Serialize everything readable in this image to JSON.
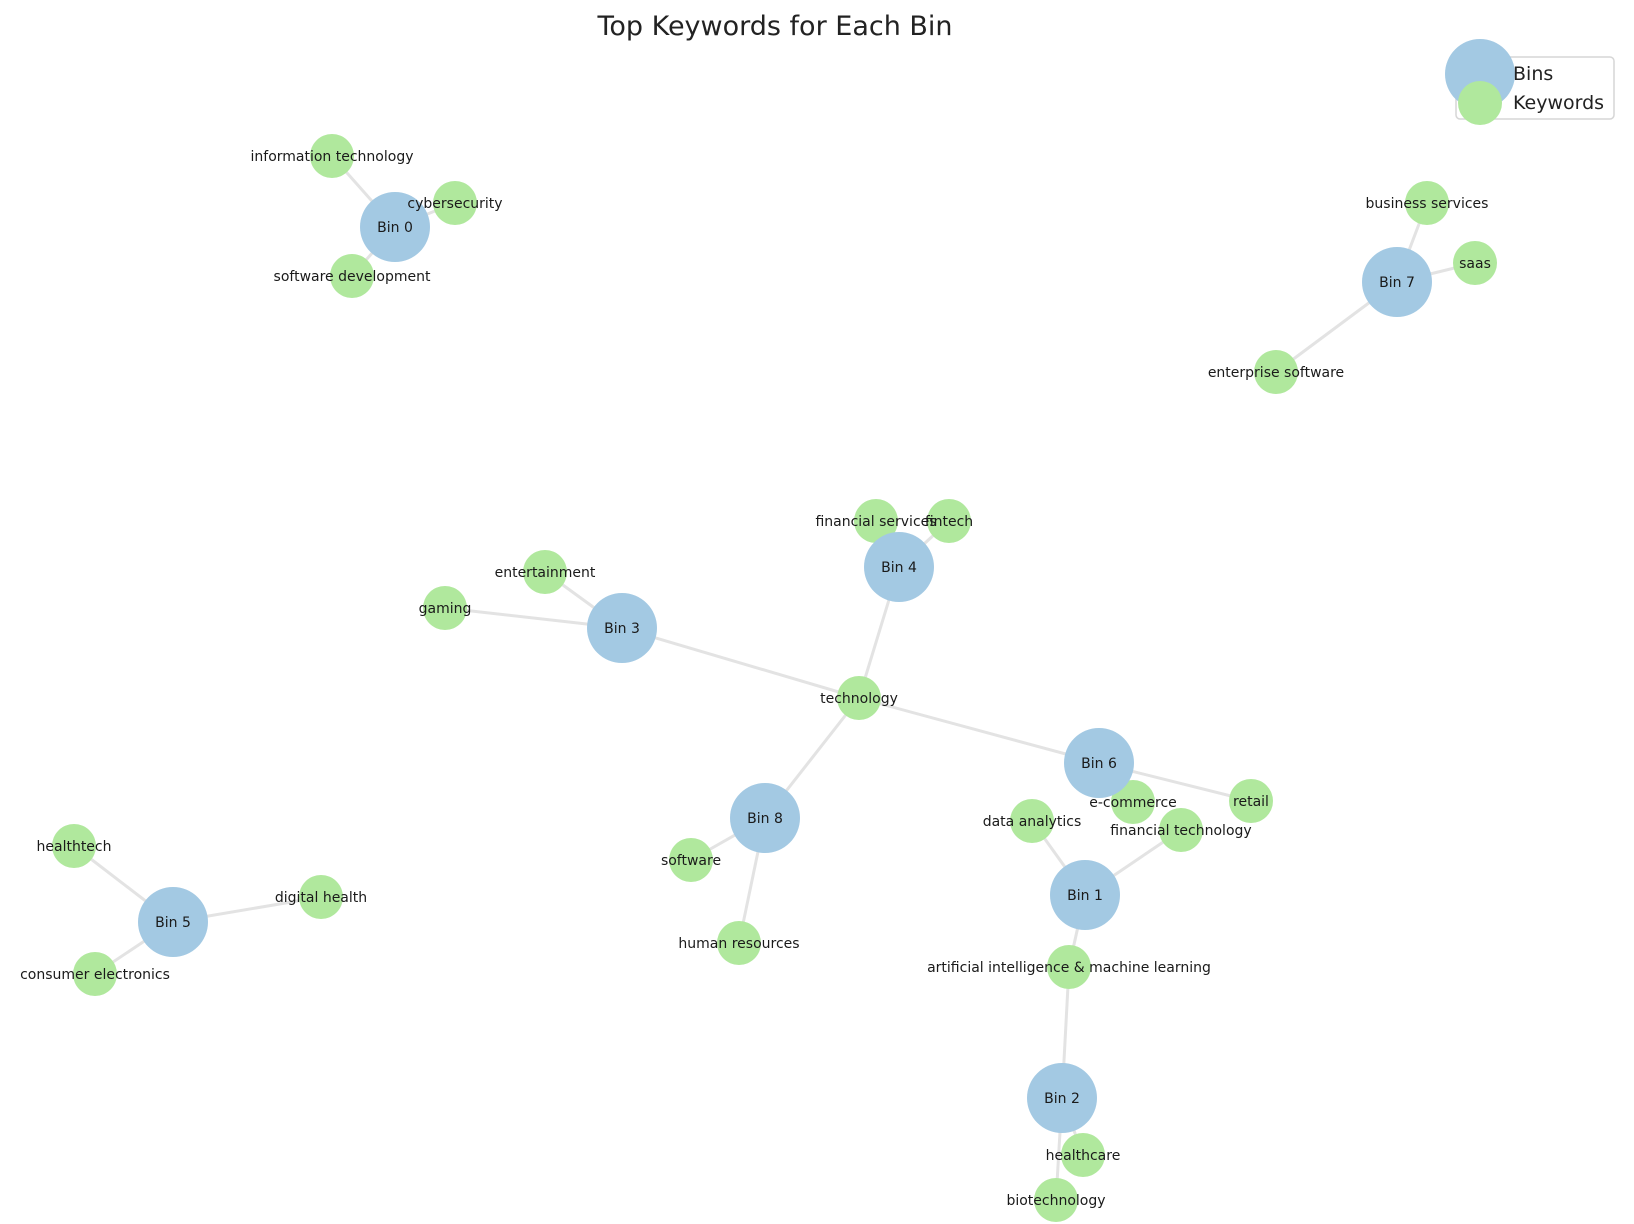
{
  "title": "Top Keywords for Each Bin",
  "colors": {
    "bin": "#a3c9e3",
    "keyword": "#b0e89d",
    "edge": "#e3e3e3"
  },
  "legend": {
    "position": "top-right",
    "bins_label": "Bins",
    "keywords_label": "Keywords"
  },
  "chart_data": {
    "type": "network",
    "title": "Top Keywords for Each Bin",
    "bins": [
      {
        "id": "bin0",
        "label": "Bin 0"
      },
      {
        "id": "bin1",
        "label": "Bin 1"
      },
      {
        "id": "bin2",
        "label": "Bin 2"
      },
      {
        "id": "bin3",
        "label": "Bin 3"
      },
      {
        "id": "bin4",
        "label": "Bin 4"
      },
      {
        "id": "bin5",
        "label": "Bin 5"
      },
      {
        "id": "bin6",
        "label": "Bin 6"
      },
      {
        "id": "bin7",
        "label": "Bin 7"
      },
      {
        "id": "bin8",
        "label": "Bin 8"
      }
    ],
    "keywords": [
      {
        "id": "information_technology",
        "label": "information technology"
      },
      {
        "id": "cybersecurity",
        "label": "cybersecurity"
      },
      {
        "id": "software_development",
        "label": "software development"
      },
      {
        "id": "business_services",
        "label": "business services"
      },
      {
        "id": "saas",
        "label": "saas"
      },
      {
        "id": "enterprise_software",
        "label": "enterprise software"
      },
      {
        "id": "financial_services",
        "label": "financial services"
      },
      {
        "id": "fintech",
        "label": "fintech"
      },
      {
        "id": "entertainment",
        "label": "entertainment"
      },
      {
        "id": "gaming",
        "label": "gaming"
      },
      {
        "id": "technology",
        "label": "technology"
      },
      {
        "id": "e_commerce",
        "label": "e-commerce"
      },
      {
        "id": "retail",
        "label": "retail"
      },
      {
        "id": "data_analytics",
        "label": "data analytics"
      },
      {
        "id": "financial_technology",
        "label": "financial technology"
      },
      {
        "id": "software",
        "label": "software"
      },
      {
        "id": "human_resources",
        "label": "human resources"
      },
      {
        "id": "healthtech",
        "label": "healthtech"
      },
      {
        "id": "digital_health",
        "label": "digital health"
      },
      {
        "id": "consumer_electronics",
        "label": "consumer electronics"
      },
      {
        "id": "ai_ml",
        "label": "artificial intelligence & machine learning"
      },
      {
        "id": "healthcare",
        "label": "healthcare"
      },
      {
        "id": "biotechnology",
        "label": "biotechnology"
      }
    ],
    "edges": [
      [
        "bin0",
        "information_technology"
      ],
      [
        "bin0",
        "cybersecurity"
      ],
      [
        "bin0",
        "software_development"
      ],
      [
        "bin7",
        "business_services"
      ],
      [
        "bin7",
        "saas"
      ],
      [
        "bin7",
        "enterprise_software"
      ],
      [
        "bin4",
        "financial_services"
      ],
      [
        "bin4",
        "fintech"
      ],
      [
        "bin4",
        "technology"
      ],
      [
        "bin3",
        "entertainment"
      ],
      [
        "bin3",
        "gaming"
      ],
      [
        "bin3",
        "technology"
      ],
      [
        "bin6",
        "technology"
      ],
      [
        "bin6",
        "e_commerce"
      ],
      [
        "bin6",
        "retail"
      ],
      [
        "bin8",
        "technology"
      ],
      [
        "bin8",
        "software"
      ],
      [
        "bin8",
        "human_resources"
      ],
      [
        "bin1",
        "data_analytics"
      ],
      [
        "bin1",
        "financial_technology"
      ],
      [
        "bin1",
        "ai_ml"
      ],
      [
        "bin2",
        "ai_ml"
      ],
      [
        "bin2",
        "healthcare"
      ],
      [
        "bin2",
        "biotechnology"
      ],
      [
        "bin5",
        "healthtech"
      ],
      [
        "bin5",
        "digital_health"
      ],
      [
        "bin5",
        "consumer_electronics"
      ]
    ]
  }
}
